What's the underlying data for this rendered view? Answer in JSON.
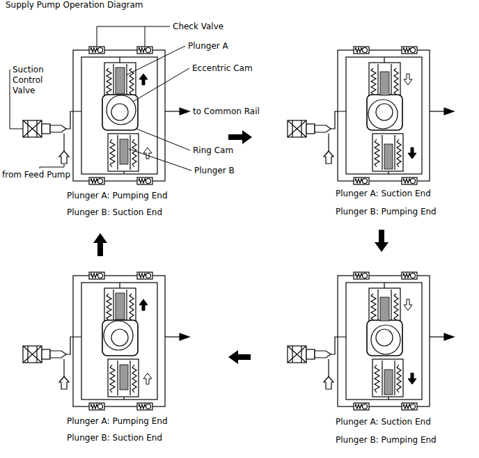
{
  "diagram": {
    "title": "Supply Pump Operation Diagram",
    "nodes": [
      {
        "text": [
          "Plunger A: Pumping End",
          "Plunger B: Suction End"
        ]
      },
      {
        "text": [
          "Plunger A: Suction End",
          "Plunger B: Pumping End"
        ]
      },
      {
        "text": [
          "Plunger A: Pumping End",
          "Plunger B: Suction End"
        ]
      },
      {
        "text": [
          "Plunger A: Suction End",
          "Plunger B: Pumping End"
        ]
      }
    ],
    "edges": [
      {
        "from": 0,
        "to": 1,
        "arrow": "to"
      },
      {
        "from": 1,
        "to": 3,
        "arrow": "to"
      },
      {
        "from": 3,
        "to": 2,
        "arrow": "to"
      },
      {
        "from": 2,
        "to": 0,
        "arrow": "to"
      }
    ],
    "labels": [
      "Check Valve",
      "Plunger A",
      "Eccentric Cam",
      "Suction Control Valve",
      "to Common Rail",
      "Ring Cam",
      "Plunger B",
      "from Feed Pump"
    ]
  }
}
